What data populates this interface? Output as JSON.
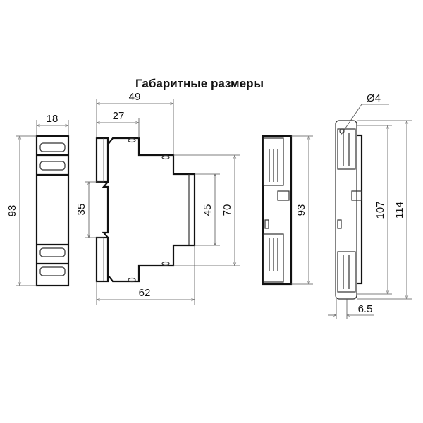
{
  "title": "Габаритные размеры",
  "front_view": {
    "width": "18",
    "height": "93"
  },
  "side_view": {
    "depth_total": "49",
    "depth_front": "27",
    "depth_overall": "62",
    "din_rail": "35",
    "front_height": "45",
    "step_height": "70"
  },
  "back_view": {
    "height": "93"
  },
  "rear_view": {
    "hole_diameter": "Ø4",
    "height_holes": "107",
    "height_total": "114",
    "offset": "6.5"
  }
}
